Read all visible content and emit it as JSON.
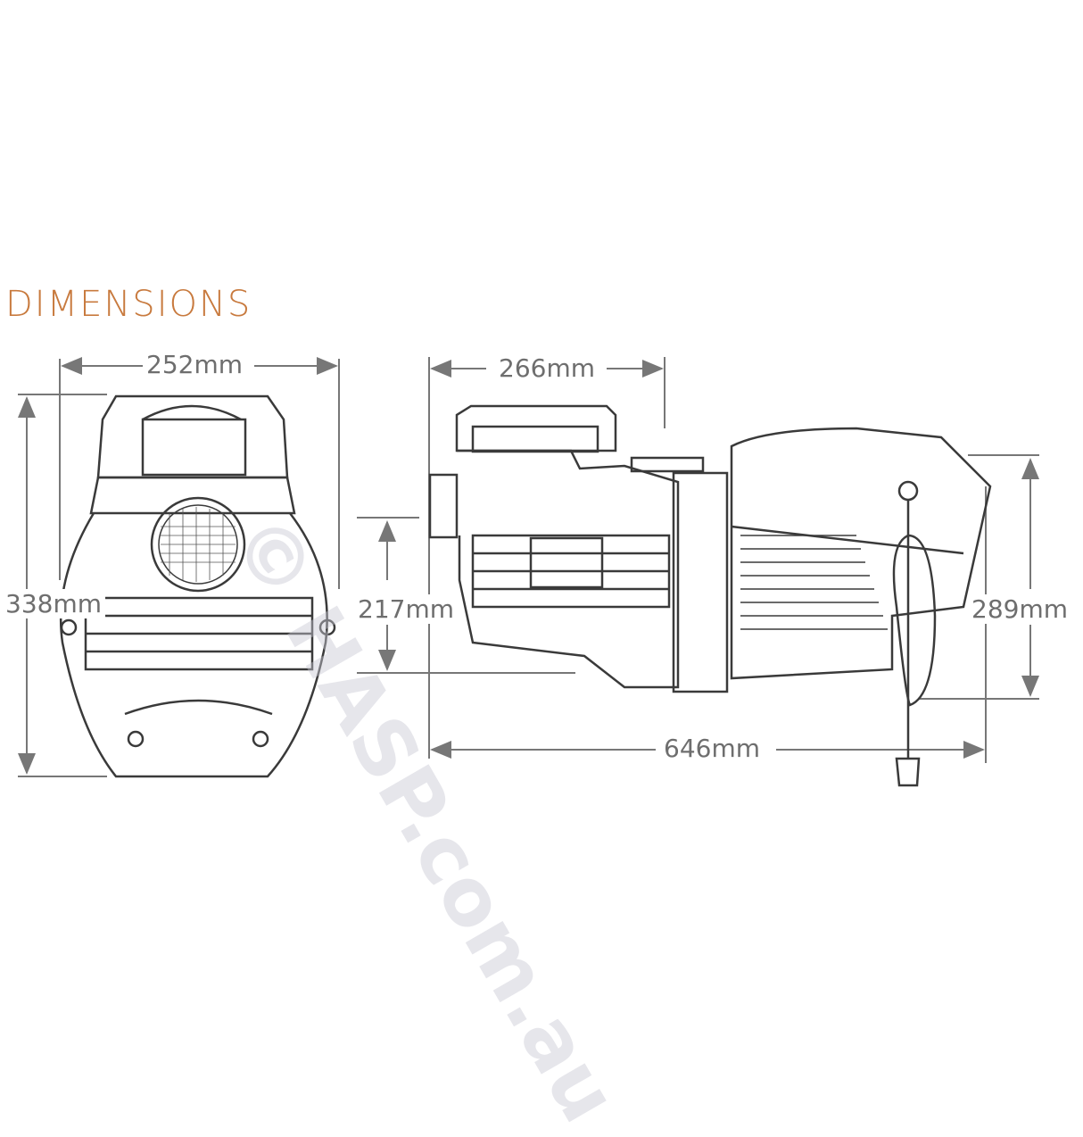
{
  "title": "DIMENSIONS",
  "front_view": {
    "width_label": "252mm",
    "height_label": "338mm"
  },
  "side_view": {
    "strainer_length_label": "266mm",
    "inlet_height_label": "217mm",
    "motor_height_label": "289mm",
    "overall_length_label": "646mm"
  },
  "watermark": "© HASP.com.au",
  "colors": {
    "title": "#c87a3e",
    "dimension_text": "#6e6e6e",
    "line": "#3a3a3a",
    "dimension_line": "#777777"
  }
}
